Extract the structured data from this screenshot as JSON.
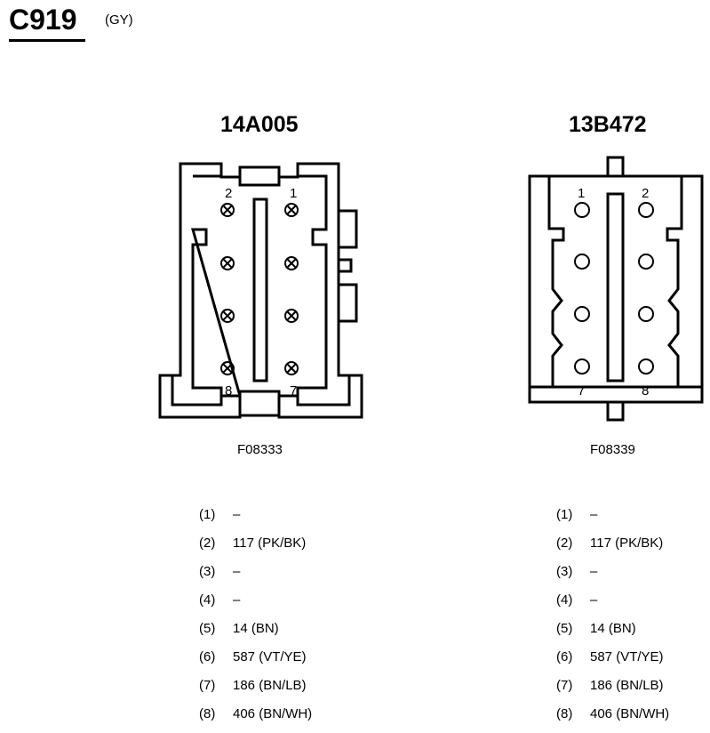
{
  "connector": {
    "id": "C919",
    "color_code": "(GY)"
  },
  "views": [
    {
      "part_number": "14A005",
      "figure_id": "F08333",
      "pin_labels": [
        "2",
        "1",
        "8",
        "7"
      ],
      "pins": [
        {
          "num": "(1)",
          "value": "–"
        },
        {
          "num": "(2)",
          "value": "117 (PK/BK)"
        },
        {
          "num": "(3)",
          "value": "–"
        },
        {
          "num": "(4)",
          "value": "–"
        },
        {
          "num": "(5)",
          "value": "14 (BN)"
        },
        {
          "num": "(6)",
          "value": "587 (VT/YE)"
        },
        {
          "num": "(7)",
          "value": "186 (BN/LB)"
        },
        {
          "num": "(8)",
          "value": "406 (BN/WH)"
        }
      ]
    },
    {
      "part_number": "13B472",
      "figure_id": "F08339",
      "pin_labels": [
        "1",
        "2",
        "7",
        "8"
      ],
      "pins": [
        {
          "num": "(1)",
          "value": "–"
        },
        {
          "num": "(2)",
          "value": "117 (PK/BK)"
        },
        {
          "num": "(3)",
          "value": "–"
        },
        {
          "num": "(4)",
          "value": "–"
        },
        {
          "num": "(5)",
          "value": "14 (BN)"
        },
        {
          "num": "(6)",
          "value": "587 (VT/YE)"
        },
        {
          "num": "(7)",
          "value": "186 (BN/LB)"
        },
        {
          "num": "(8)",
          "value": "406 (BN/WH)"
        }
      ]
    }
  ]
}
